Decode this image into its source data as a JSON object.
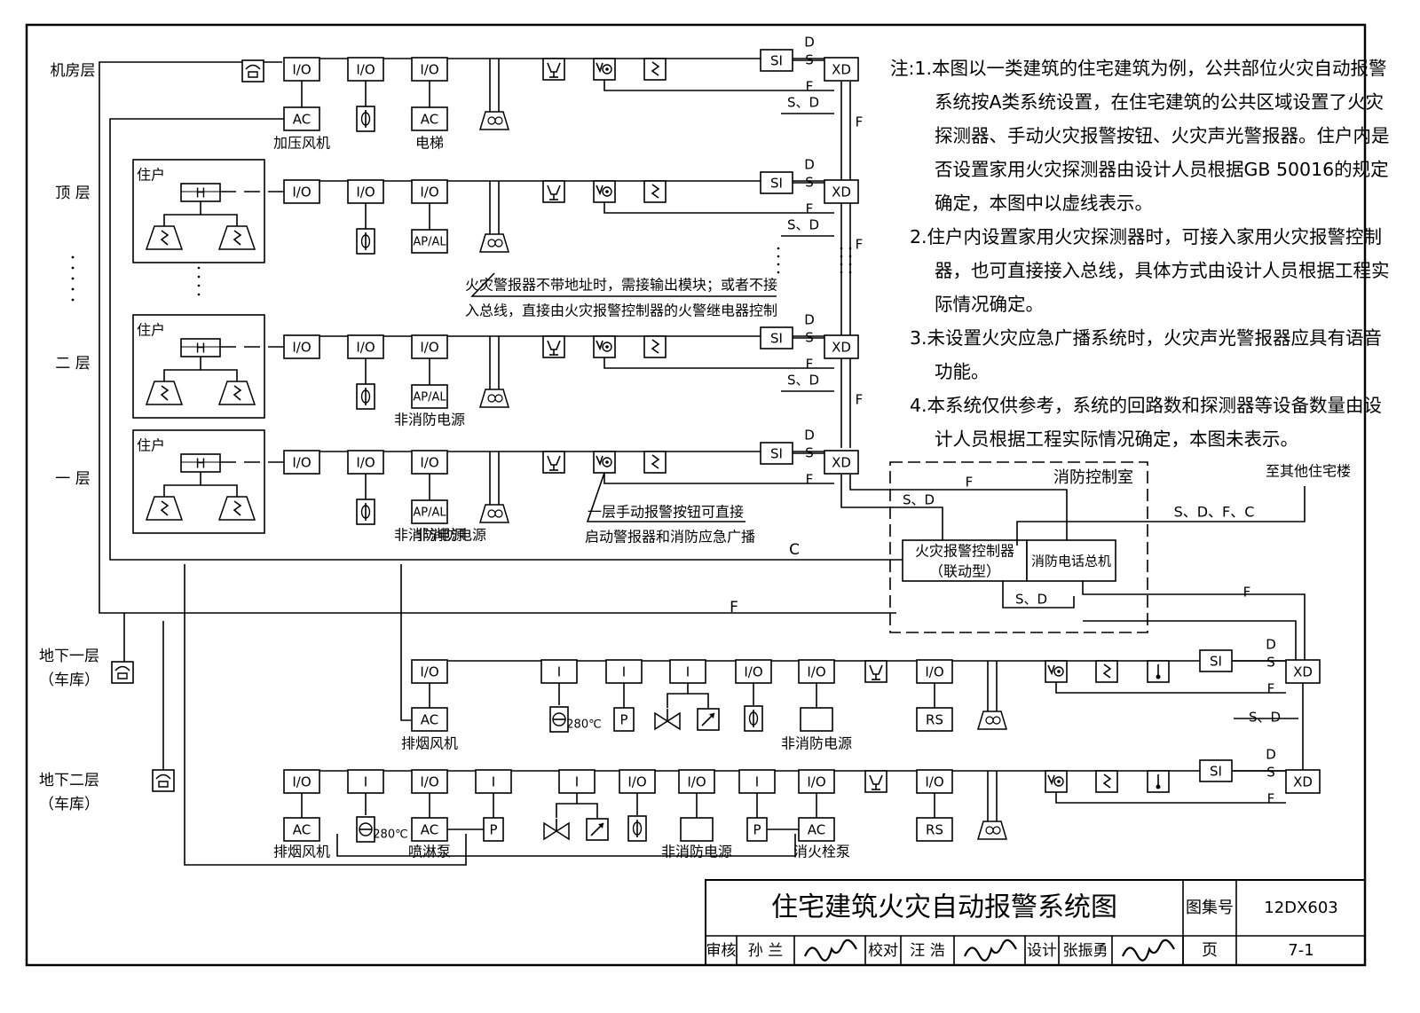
{
  "floors": {
    "machine": "机房层",
    "top": "顶 层",
    "second": "二 层",
    "first": "一 层",
    "b1": [
      "地下一层",
      "（车库）"
    ],
    "b2": [
      "地下二层",
      "（车库）"
    ]
  },
  "devices": {
    "io": "I/O",
    "i": "I",
    "ac": "AC",
    "apal": "AP/AL",
    "si": "SI",
    "xd": "XD",
    "rs": "RS",
    "p": "P",
    "h": "H",
    "temp280": "280℃"
  },
  "wires": {
    "d": "D",
    "s": "S",
    "f": "F",
    "sd": "S、D",
    "c": "C",
    "sdfc": "S、D、F、C"
  },
  "labels": {
    "jiaya": "加压风机",
    "dianti": "电梯",
    "zhuhu": "住户",
    "feixiaofang": "非消防电源",
    "paiyan": "排烟风机",
    "penlin": "喷淋泵",
    "xiaohuoshuan": "消火栓泵",
    "control_room": "消防控制室",
    "to_other": "至其他住宅楼",
    "controller": [
      "火灾报警控制器",
      "（联动型）"
    ],
    "phone_host": "消防电话总机"
  },
  "annotations": {
    "alarm_note": [
      "火灾警报器不带地址时，需接输出模块；或者不接",
      "入总线，直接由火灾报警控制器的火警继电器控制"
    ],
    "button_note": [
      "一层手动报警按钮可直接",
      "启动警报器和消防应急广播"
    ]
  },
  "notes": [
    "注:1.本图以一类建筑的住宅建筑为例，公共部位火灾自动报警系统按A类系统设置，在住宅建筑的公共区域设置了火灾探测器、手动火灾报警按钮、火灾声光警报器。住户内是否设置家用火灾探测器由设计人员根据GB 50016的规定确定，本图中以虚线表示。",
    "2.住户内设置家用火灾探测器时，可接入家用火灾报警控制器，也可直接接入总线，具体方式由设计人员根据工程实际情况确定。",
    "3.未设置火灾应急广播系统时，火灾声光警报器应具有语音功能。",
    "4.本系统仅供参考，系统的回路数和探测器等设备数量由设计人员根据工程实际情况确定，本图未表示。"
  ],
  "title_block": {
    "title": "住宅建筑火灾自动报警系统图",
    "atlas_label": "图集号",
    "atlas_no": "12DX603",
    "review_label": "审核",
    "reviewer": "孙 兰",
    "check_label": "校对",
    "checker": "汪 浩",
    "design_label": "设计",
    "designer": "张振勇",
    "page_label": "页",
    "page_no": "7-1"
  }
}
